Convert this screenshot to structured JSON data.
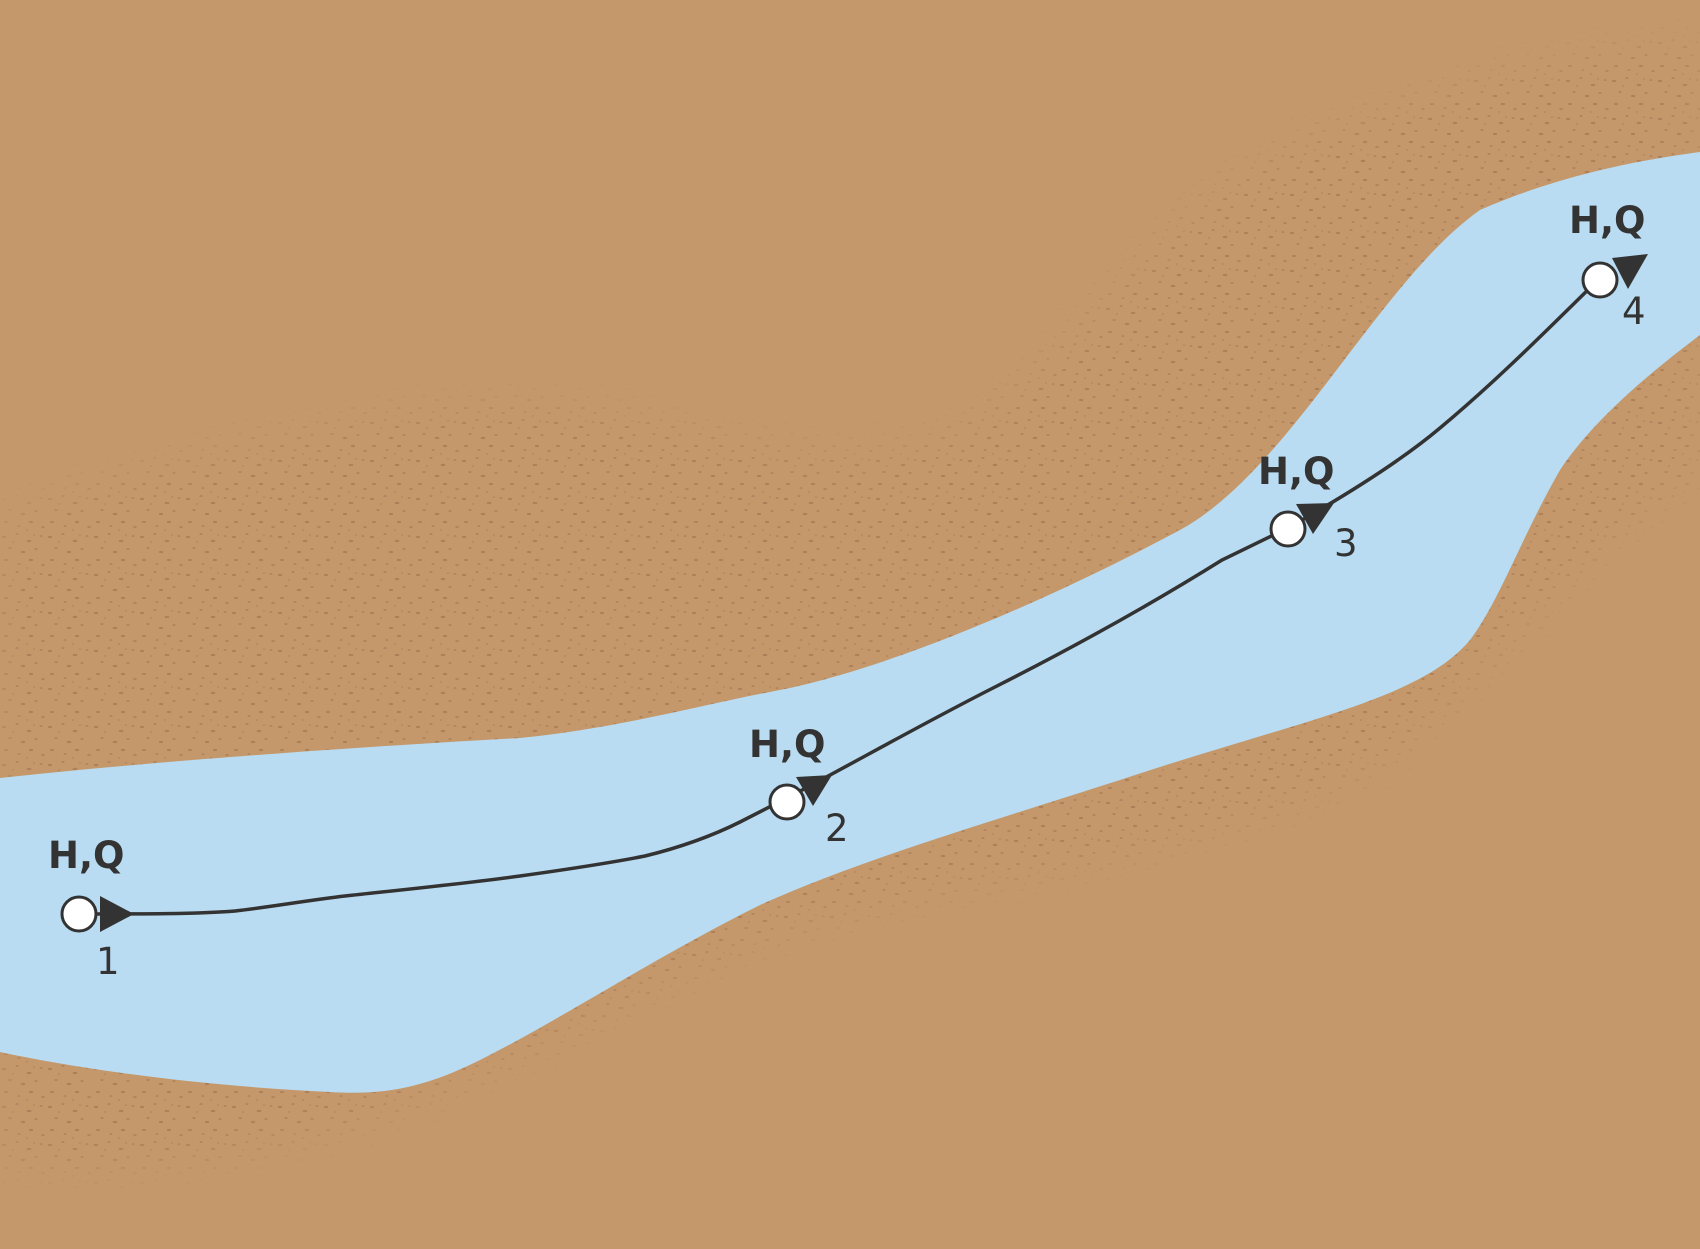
{
  "colors": {
    "land": "#c4986b",
    "speckle": "#ad8059",
    "river": "#badcf2",
    "line": "#333333",
    "station_fill": "#ffffff"
  },
  "stations": [
    {
      "number": "1",
      "quantity_label": "H,Q"
    },
    {
      "number": "2",
      "quantity_label": "H,Q"
    },
    {
      "number": "3",
      "quantity_label": "H,Q"
    },
    {
      "number": "4",
      "quantity_label": "H,Q"
    }
  ]
}
